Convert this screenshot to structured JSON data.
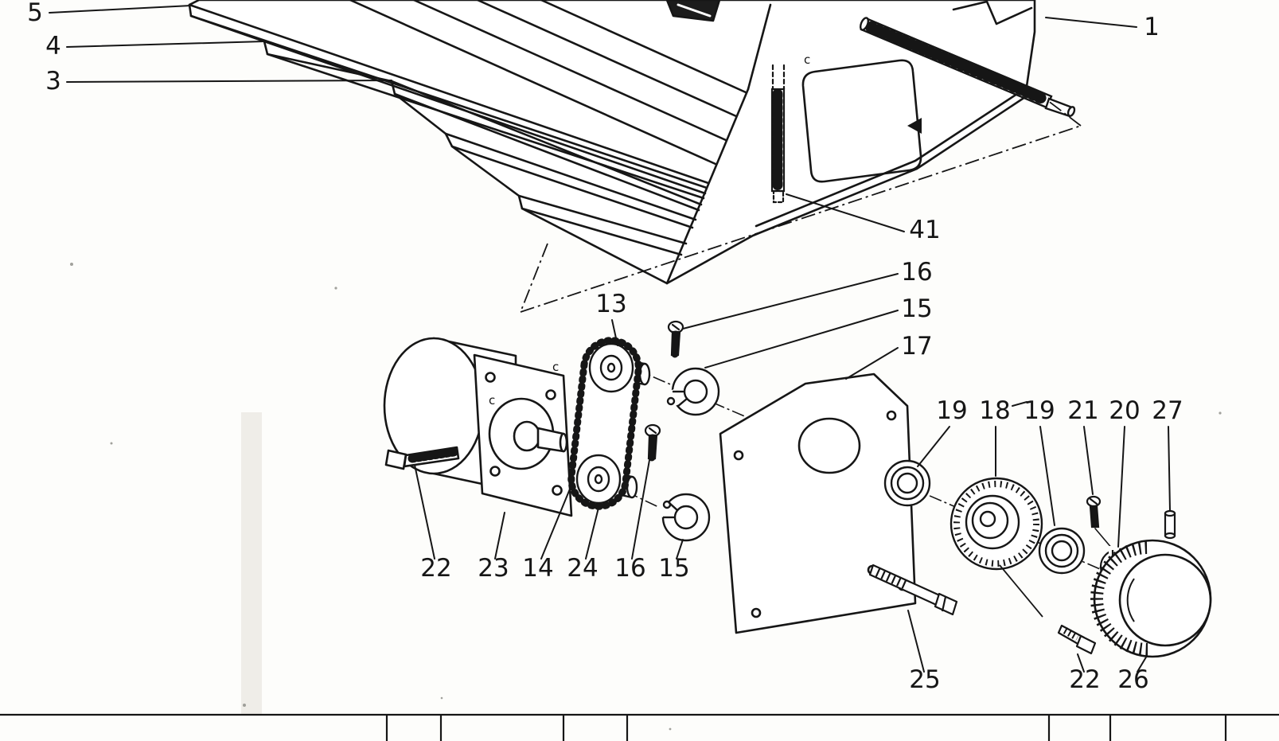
{
  "figure": {
    "kind": "exploded-parts-diagram",
    "description": "Machine tool bed with lead screw, motor drive, chain, bearing clamps, cover plate and handwheel assembly",
    "ink_color": "#161616",
    "paper_color": "#fdfdfb"
  },
  "callouts": [
    {
      "label": "5"
    },
    {
      "label": "4"
    },
    {
      "label": "3"
    },
    {
      "label": "1"
    },
    {
      "label": "41"
    },
    {
      "label": "16"
    },
    {
      "label": "15"
    },
    {
      "label": "17"
    },
    {
      "label": "13"
    },
    {
      "label": "19"
    },
    {
      "label": "18"
    },
    {
      "label": "19"
    },
    {
      "label": "21"
    },
    {
      "label": "20"
    },
    {
      "label": "27"
    },
    {
      "label": "22"
    },
    {
      "label": "23"
    },
    {
      "label": "14"
    },
    {
      "label": "24"
    },
    {
      "label": "16"
    },
    {
      "label": "15"
    },
    {
      "label": "25"
    },
    {
      "label": "22"
    },
    {
      "label": "26"
    }
  ],
  "marks": [
    {
      "label": "c"
    },
    {
      "label": "c"
    },
    {
      "label": "c"
    }
  ]
}
